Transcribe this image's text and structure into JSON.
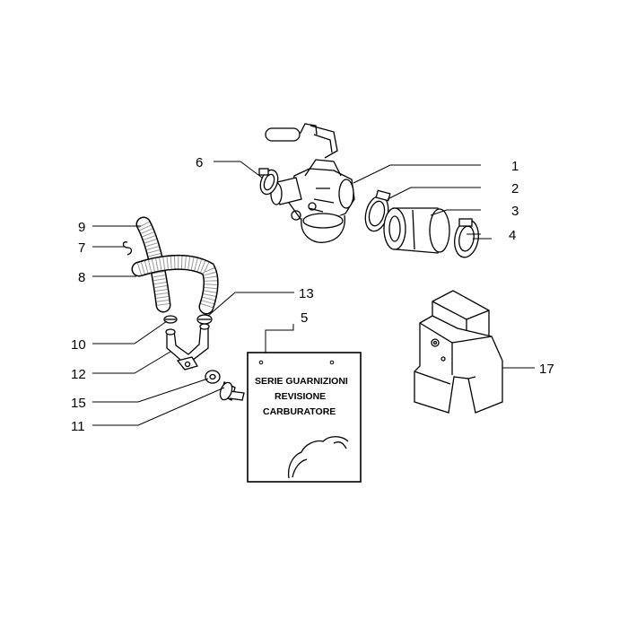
{
  "callouts": [
    {
      "id": "1",
      "label": "1"
    },
    {
      "id": "2",
      "label": "2"
    },
    {
      "id": "3",
      "label": "3"
    },
    {
      "id": "4",
      "label": "4"
    },
    {
      "id": "5",
      "label": "5"
    },
    {
      "id": "6",
      "label": "6"
    },
    {
      "id": "7",
      "label": "7"
    },
    {
      "id": "8",
      "label": "8"
    },
    {
      "id": "9",
      "label": "9"
    },
    {
      "id": "10",
      "label": "10"
    },
    {
      "id": "11",
      "label": "11"
    },
    {
      "id": "12",
      "label": "12"
    },
    {
      "id": "13",
      "label": "13"
    },
    {
      "id": "15",
      "label": "15"
    },
    {
      "id": "17",
      "label": "17"
    }
  ],
  "package": {
    "line1": "SERIE GUARNIZIONI",
    "line2": "REVISIONE",
    "line3": "CARBURATORE"
  }
}
